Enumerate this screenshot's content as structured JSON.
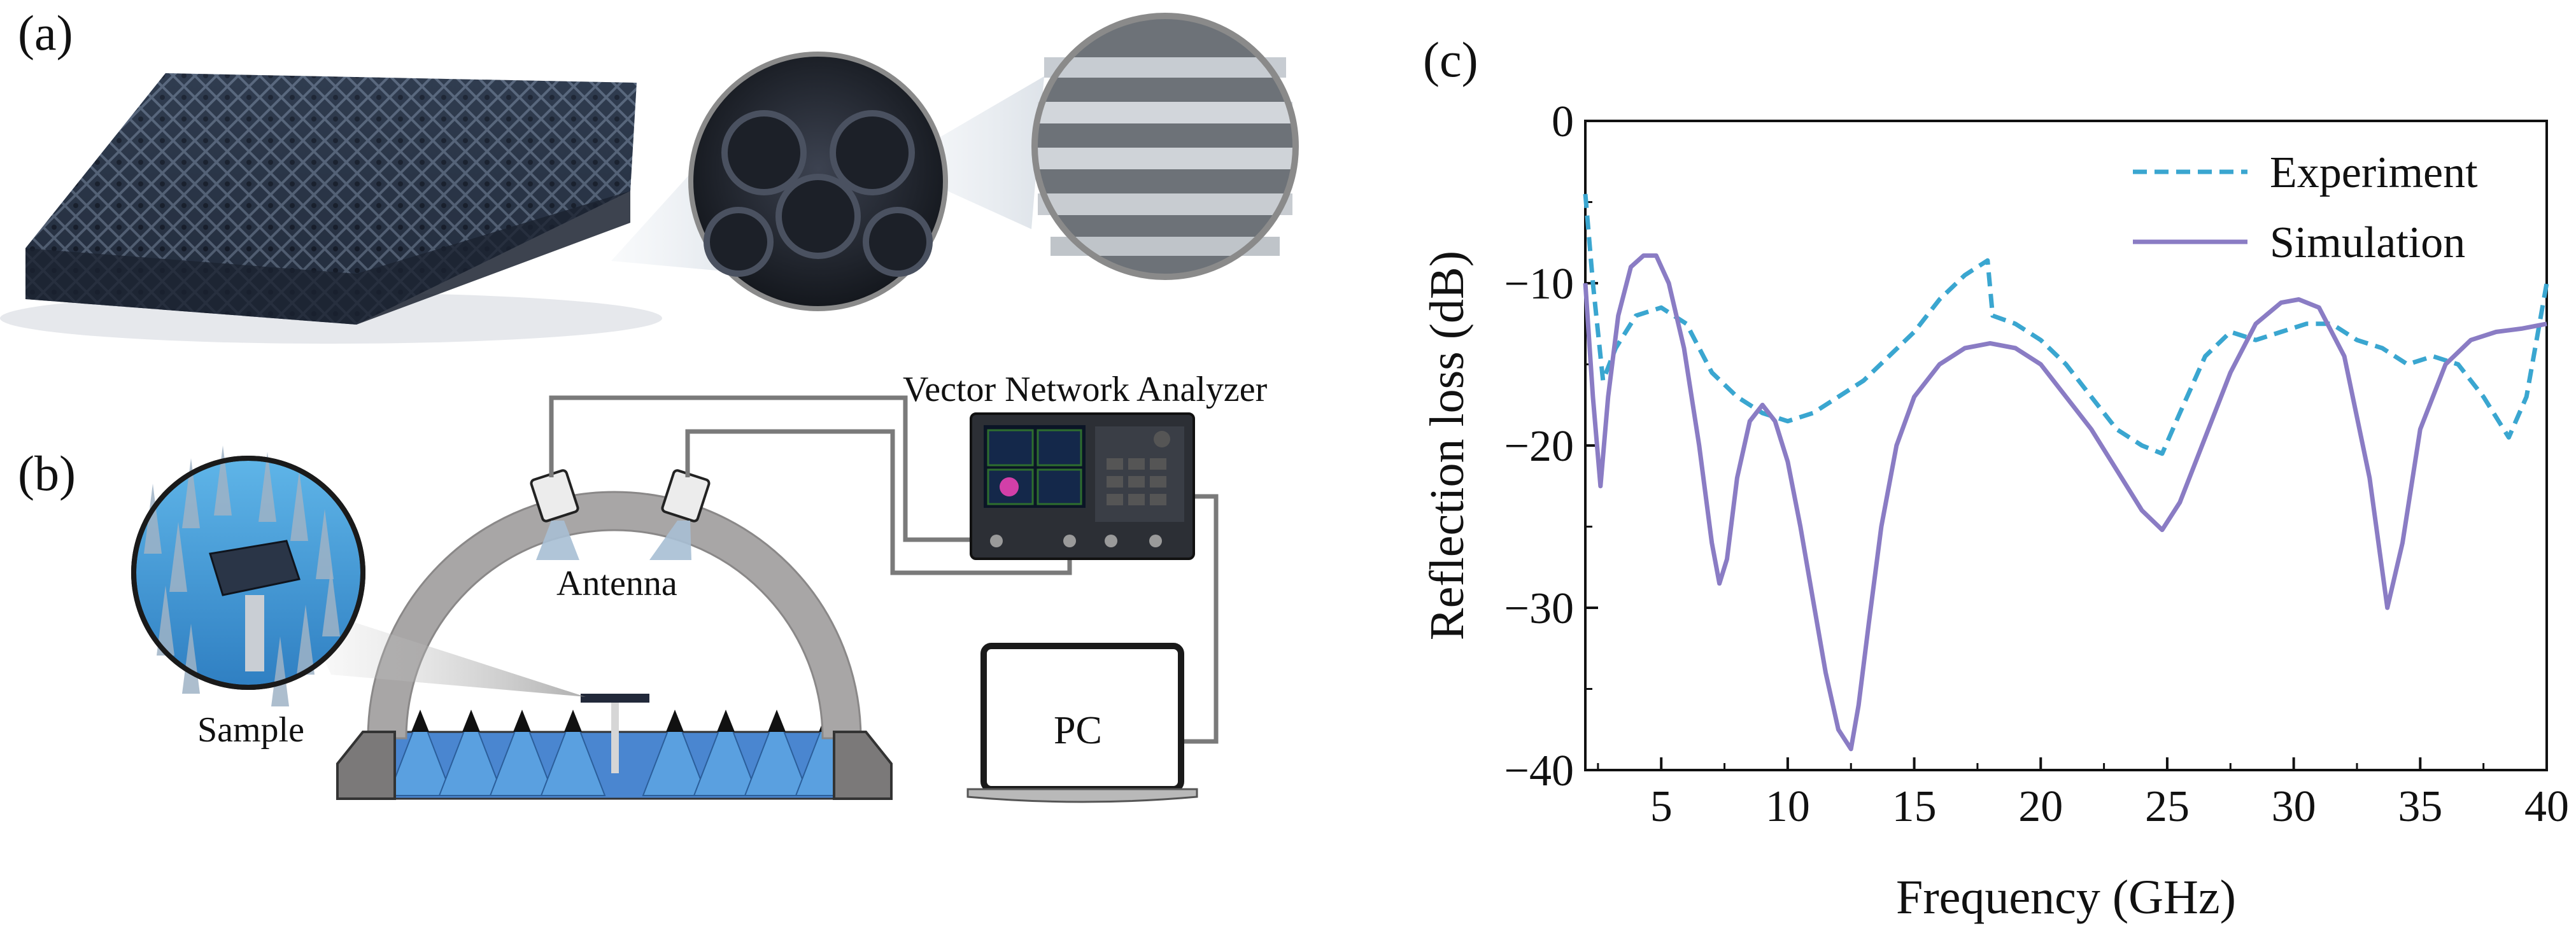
{
  "panels": {
    "a": {
      "label": "(a)"
    },
    "b": {
      "label": "(b)",
      "vna_label": "Vector Network Analyzer",
      "antenna_label": "Antenna",
      "sample_label": "Sample",
      "pc_label": "PC"
    },
    "c": {
      "label": "(c)"
    }
  },
  "colors": {
    "experiment": "#3aa6d0",
    "simulation": "#8a7cc4",
    "absorber": "#4a86d0",
    "arch": "#a8a6a6",
    "sample_dark": "#1f2a3a"
  },
  "chart_data": {
    "type": "line",
    "xlabel": "Frequency (GHz)",
    "ylabel": "Reflection loss (dB)",
    "xlim": [
      2,
      40
    ],
    "ylim": [
      -40,
      0
    ],
    "xticks": [
      5,
      10,
      15,
      20,
      25,
      30,
      35,
      40
    ],
    "yticks": [
      0,
      -10,
      -20,
      -30,
      -40
    ],
    "legend_position": "top-right",
    "grid": false,
    "series": [
      {
        "name": "Experiment",
        "style": "dashed",
        "x": [
          2,
          2.3,
          2.7,
          3.2,
          4,
          5,
          6,
          7,
          8,
          9,
          10,
          11,
          12,
          13,
          14,
          15,
          16,
          17,
          17.9,
          18.1,
          19,
          20,
          21,
          22,
          23,
          24,
          24.8,
          25.5,
          26.5,
          27.5,
          28.5,
          29.5,
          30.5,
          31.5,
          32.5,
          33.5,
          34.5,
          35.5,
          36.5,
          37.5,
          38.5,
          39.2,
          40
        ],
        "y": [
          -4.5,
          -10,
          -16,
          -14,
          -12,
          -11.5,
          -12.5,
          -15.5,
          -17,
          -18,
          -18.5,
          -18,
          -17,
          -16,
          -14.5,
          -13,
          -11,
          -9.5,
          -8.6,
          -12,
          -12.5,
          -13.5,
          -15,
          -17,
          -19,
          -20,
          -20.5,
          -18,
          -14.5,
          -13,
          -13.5,
          -13,
          -12.5,
          -12.5,
          -13.5,
          -14,
          -15,
          -14.5,
          -15,
          -17,
          -19.5,
          -17,
          -10
        ]
      },
      {
        "name": "Simulation",
        "style": "solid",
        "x": [
          2,
          2.3,
          2.6,
          2.9,
          3.3,
          3.8,
          4.3,
          4.8,
          5.3,
          5.9,
          6.5,
          7,
          7.3,
          7.6,
          8,
          8.5,
          9,
          9.5,
          10,
          10.5,
          11,
          11.5,
          12,
          12.5,
          12.8,
          13.2,
          13.7,
          14.3,
          15,
          16,
          17,
          18,
          19,
          20,
          21,
          22,
          23,
          24,
          24.8,
          25.5,
          26.5,
          27.5,
          28.5,
          29.5,
          30.2,
          31,
          32,
          33,
          33.7,
          34.3,
          35,
          36,
          37,
          38,
          39,
          40
        ],
        "y": [
          -10,
          -17,
          -22.5,
          -17,
          -12,
          -9,
          -8.3,
          -8.3,
          -10,
          -14,
          -20,
          -26,
          -28.5,
          -27,
          -22,
          -18.5,
          -17.5,
          -18.5,
          -21,
          -25,
          -29.5,
          -34,
          -37.5,
          -38.7,
          -36,
          -31,
          -25,
          -20,
          -17,
          -15,
          -14,
          -13.7,
          -14,
          -15,
          -17,
          -19,
          -21.5,
          -24,
          -25.2,
          -23.5,
          -19.5,
          -15.5,
          -12.5,
          -11.2,
          -11,
          -11.5,
          -14.5,
          -22,
          -30,
          -26,
          -19,
          -15,
          -13.5,
          -13,
          -12.8,
          -12.5
        ]
      }
    ]
  }
}
